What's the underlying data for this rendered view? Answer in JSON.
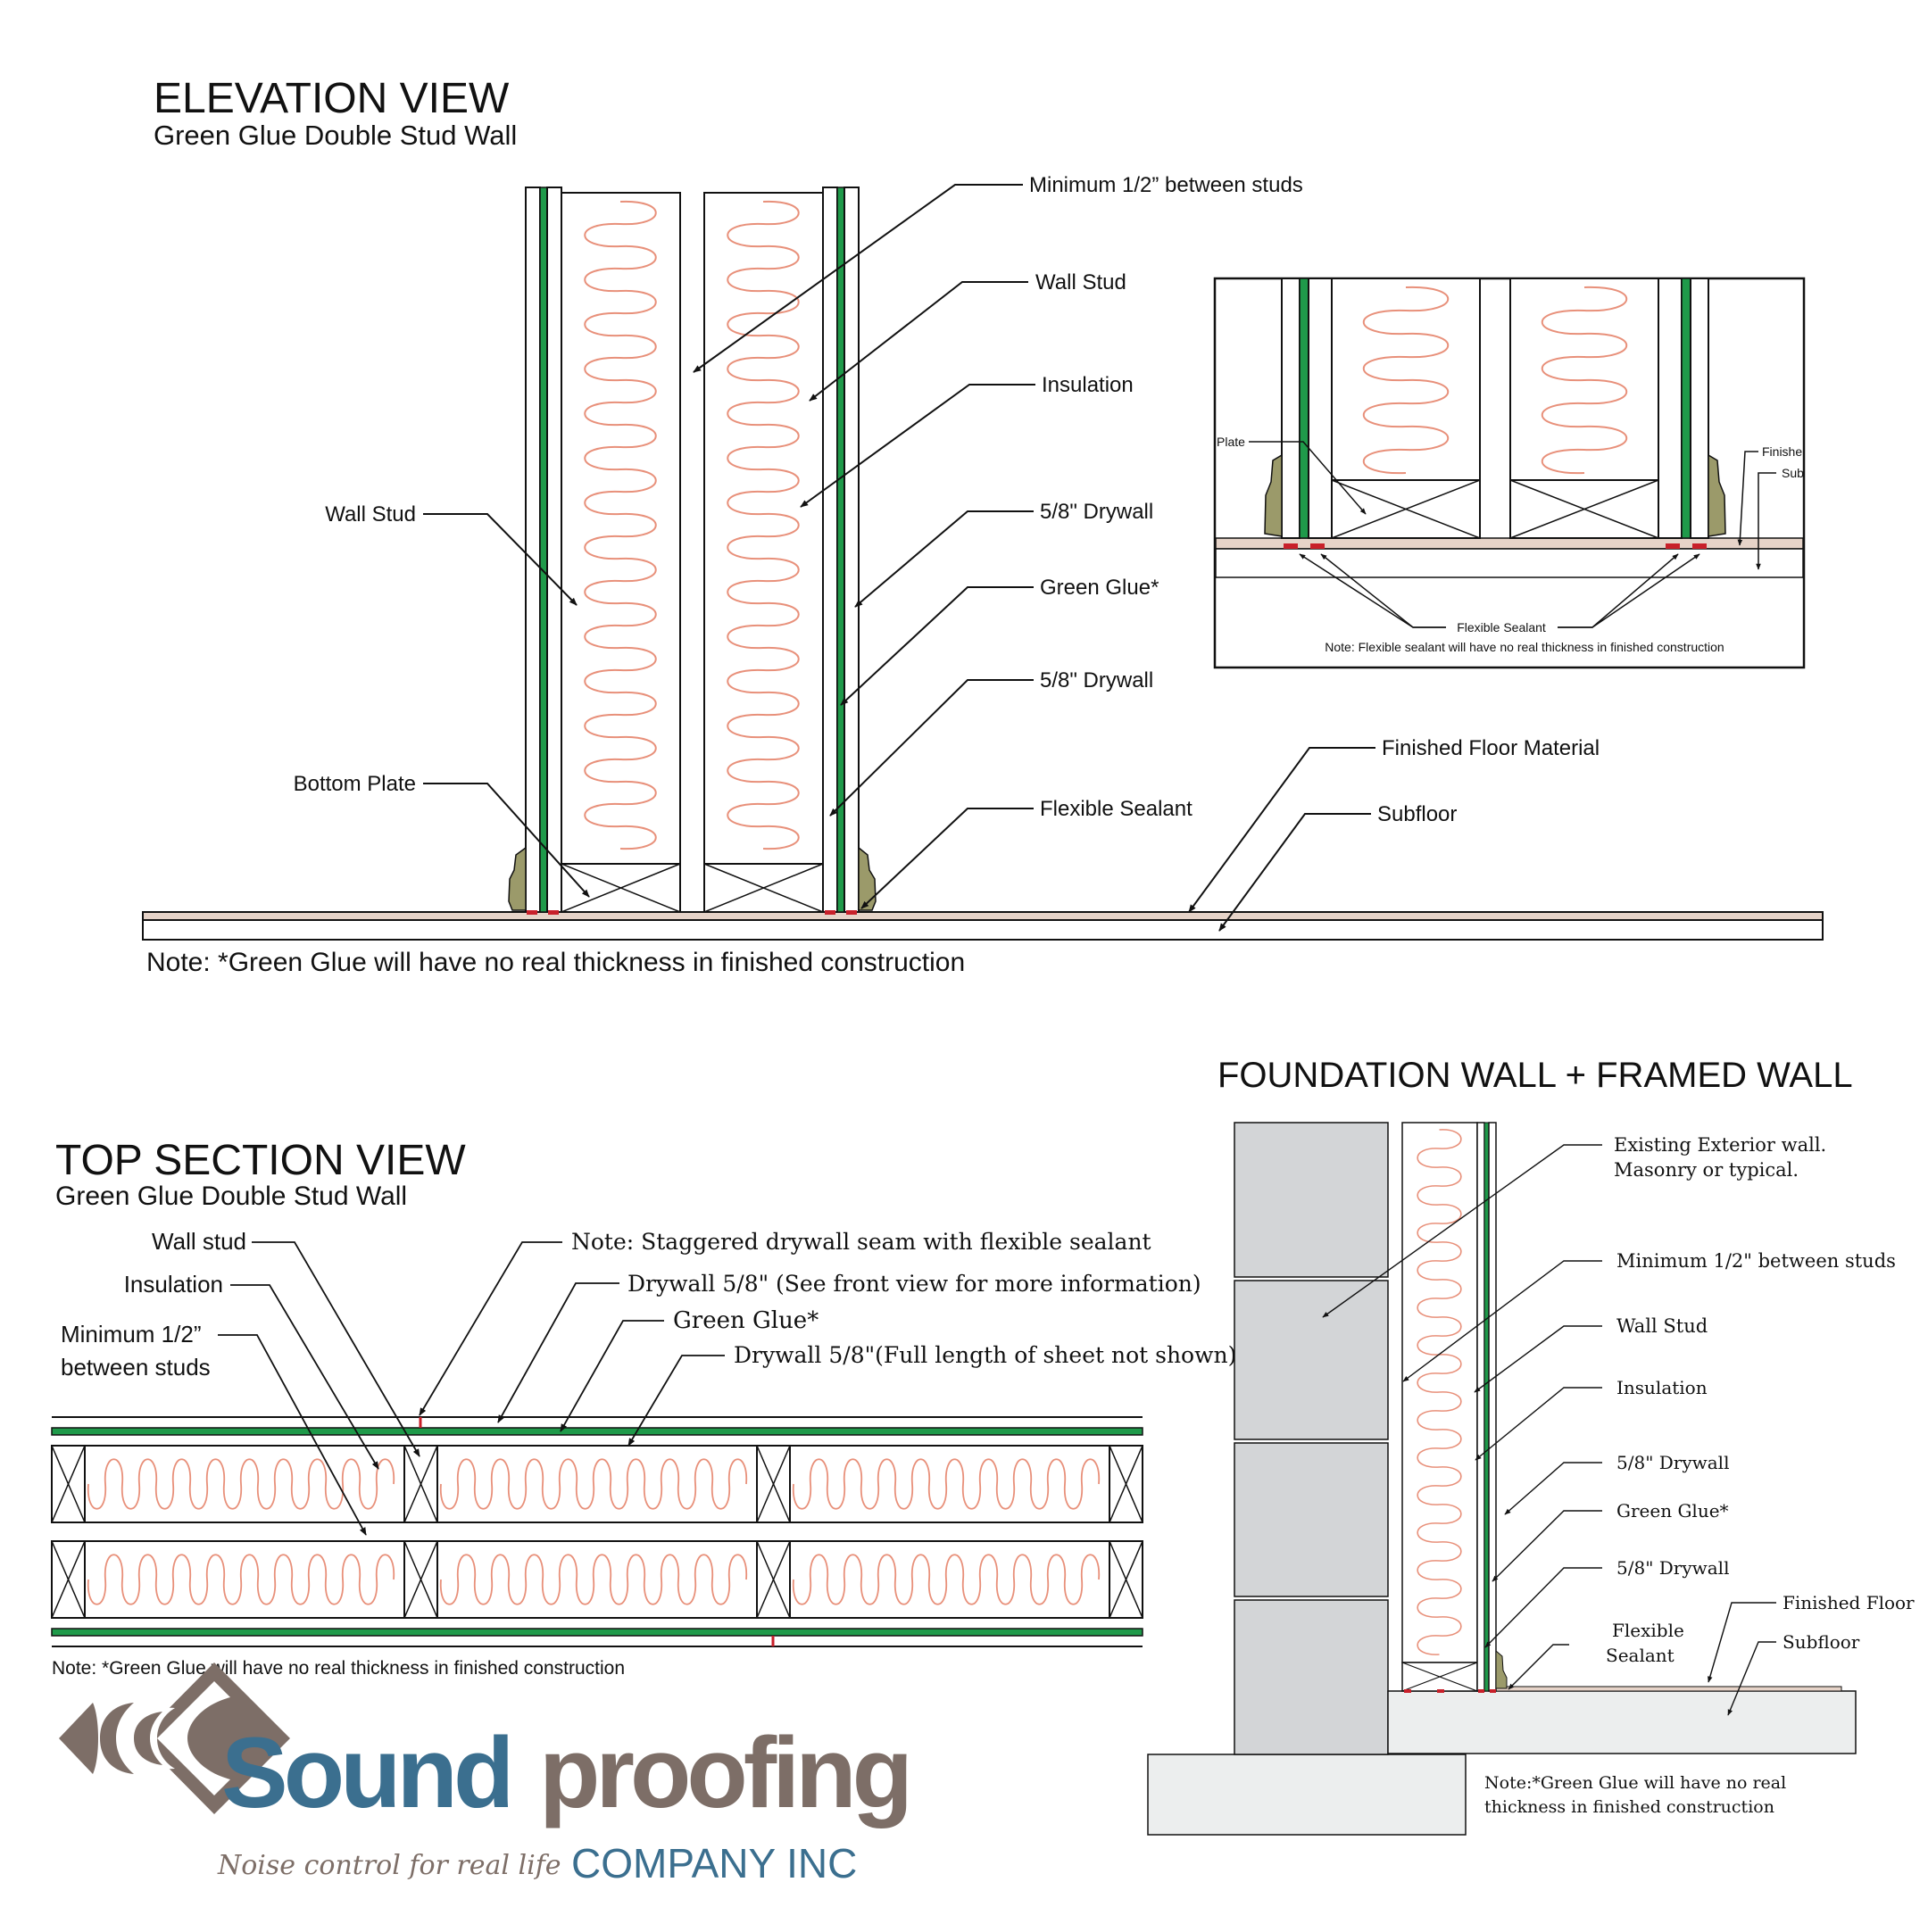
{
  "elevation": {
    "title": "ELEVATION VIEW",
    "subtitle": "Green Glue Double Stud Wall",
    "labels": {
      "min_between": "Minimum 1/2” between studs",
      "wall_stud_right": "Wall Stud",
      "insulation": "Insulation",
      "drywall_1": "5/8\" Drywall",
      "green_glue": "Green Glue*",
      "drywall_2": "5/8\" Drywall",
      "flexible_sealant": "Flexible Sealant",
      "finished_floor": "Finished Floor Material",
      "subfloor": "Subfloor",
      "wall_stud_left": "Wall Stud",
      "bottom_plate": "Bottom Plate"
    },
    "note": "Note: *Green Glue will have no real thickness in finished construction"
  },
  "detail": {
    "plate": "Plate",
    "finished": "Finishe",
    "subfloor": "Sub",
    "flexible_sealant": "Flexible Sealant",
    "note": "Note: Flexible sealant will have no real thickness in finished construction"
  },
  "top_section": {
    "title": "TOP SECTION VIEW",
    "subtitle": "Green Glue Double Stud Wall",
    "labels": {
      "wall_stud": "Wall stud",
      "insulation": "Insulation",
      "min_line1": "Minimum 1/2”",
      "min_line2": "between studs",
      "note_seam": "Note:  Staggered drywall seam with flexible sealant",
      "drywall_front": "Drywall 5/8\" (See front view for more information)",
      "green_glue": "Green Glue*",
      "drywall_full": "Drywall 5/8\"(Full length of sheet not shown)"
    },
    "note": "Note: *Green Glue will have no real thickness in finished construction"
  },
  "foundation": {
    "title": "FOUNDATION WALL + FRAMED WALL",
    "labels": {
      "existing_1": "Existing Exterior wall.",
      "existing_2": "Masonry or typical.",
      "min_between": "Minimum 1/2\" between studs",
      "wall_stud": "Wall Stud",
      "insulation": "Insulation",
      "drywall_1": "5/8\" Drywall",
      "green_glue": "Green Glue*",
      "drywall_2": "5/8\" Drywall",
      "flex_1": "Flexible",
      "flex_2": "Sealant",
      "finished_floor": "Finished Floor",
      "subfloor": "Subfloor"
    },
    "note_1": "Note:*Green Glue will have no real",
    "note_2": "thickness in finished construction"
  },
  "logo": {
    "name_a": "Sound",
    "name_b": "proofing",
    "tagline": "Noise control for real life",
    "company": "COMPANY INC"
  },
  "colors": {
    "green_glue": "#1f9a4a",
    "insulation": "#e8907a",
    "sealant": "#c8202a",
    "floor_finish": "#e6d3c8",
    "masonry": "#d3d5d7",
    "logo_blue": "#3b6f8f",
    "logo_brown": "#7d6e67",
    "caulk": "#9b9a6a"
  }
}
